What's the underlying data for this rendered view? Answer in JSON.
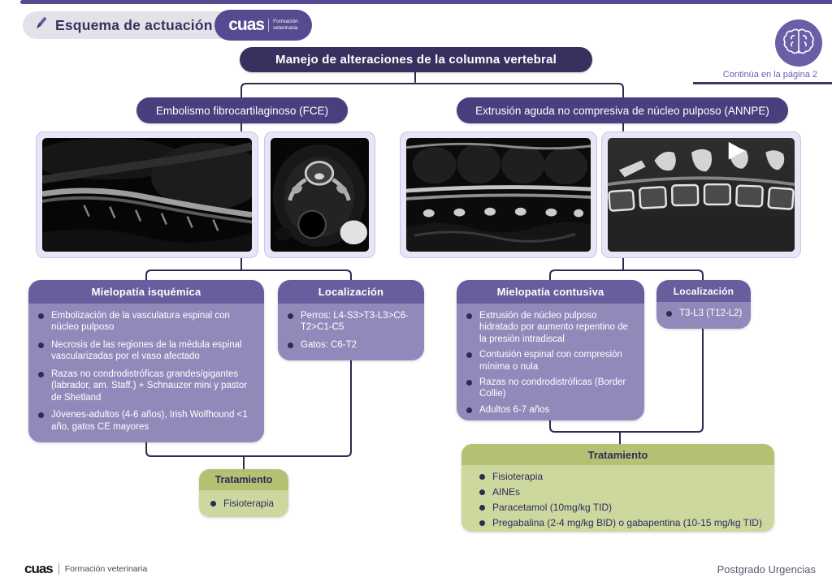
{
  "header": {
    "title": "Esquema de actuación",
    "brand": {
      "name": "cuas",
      "tag1": "Formación",
      "tag2": "veterinaria"
    }
  },
  "continuation": "Continúa en la página 2",
  "flow": {
    "title": "Manejo de alteraciones de la columna vertebral",
    "branch_left": "Embolismo fibrocartilaginoso (FCE)",
    "branch_right": "Extrusión aguda no compresiva de núcleo pulposo (ANNPE)",
    "fce": {
      "info": {
        "title": "Mielopatía isquémica",
        "bullets": [
          "Embolización de la vasculatura espinal con núcleo pulposo",
          "Necrosis de las regiones de la médula espinal vascularizadas por el vaso afectado",
          "Razas no condrodistróficas grandes/gigantes (labrador, am. Staff.) + Schnauzer mini y pastor de Shetland",
          "Jóvenes-adultos (4-6 años), Irish Wolfhound <1 año, gatos CE mayores"
        ]
      },
      "loc": {
        "title": "Localización",
        "bullets": [
          "Perros: L4-S3>T3-L3>C6-T2>C1-C5",
          "Gatos: C6-T2"
        ]
      },
      "tto": {
        "title": "Tratamiento",
        "bullets": [
          "Fisioterapia"
        ]
      }
    },
    "annpe": {
      "info": {
        "title": "Mielopatía contusiva",
        "bullets": [
          "Extrusión de núcleo pulposo hidratado por aumento repentino de la presión intradiscal",
          "Contusión espinal con compresión mínima o nula",
          "Razas no condrodistróficas (Border Collie)",
          "Adultos 6-7 años"
        ]
      },
      "loc": {
        "title": "Localización",
        "bullets": [
          "T3-L3 (T12-L2)"
        ]
      },
      "tto": {
        "title": "Tratamiento",
        "bullets": [
          "Fisioterapia",
          "AINEs",
          "Paracetamol (10mg/kg TID)",
          "Pregabalina (2-4 mg/kg BID) o gabapentina (10-15 mg/kg TID)"
        ]
      }
    },
    "images": {
      "fce_sagittal": "mri-sagittal-t2-lumbar",
      "fce_axial": "mri-axial-t2",
      "annpe_sagittal": "mri-sagittal-t2-thoracolumbar",
      "annpe_ct": "ct-myelogram-with-arrowhead"
    }
  },
  "footer": {
    "brand": "cuas",
    "brand_tag": "Formación veterinaria",
    "right": "Postgrado Urgencias"
  },
  "icons": {
    "pen": "pen-icon",
    "brain": "brain-icon",
    "arrowhead": "arrowhead-marker"
  },
  "colors": {
    "accent_purple": "#564a90",
    "pill_dark": "#38315f",
    "branch_pill": "#4a3e7e",
    "box_header": "#695d9d",
    "box_body": "#9289ba",
    "green_header": "#b4c172",
    "green_body": "#cdd89f",
    "bullet_dot": "#2d2a55",
    "card_lavender": "#e8e5f7",
    "connector": "#2f2a52"
  }
}
